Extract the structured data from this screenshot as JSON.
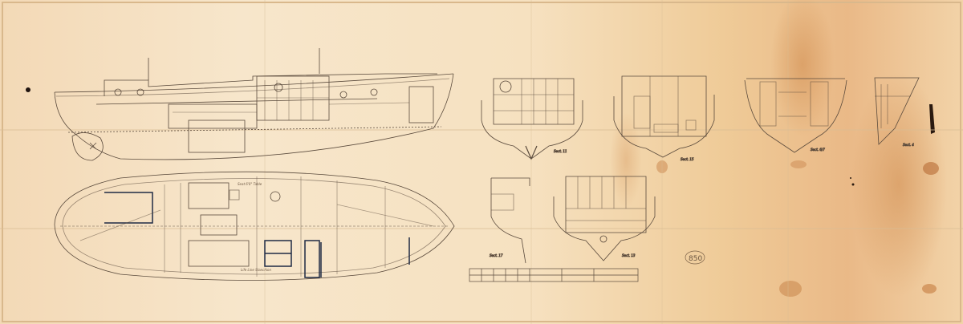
{
  "drawing": {
    "sheet_number": "850",
    "colors": {
      "paper_light": "#f6e4c6",
      "paper_mid": "#f0cfa0",
      "stain": "#d28c4e",
      "ink": "#5a4a3c",
      "ink_dark": "#1f2a44"
    },
    "labels": {
      "plan_label_1": "Seat 6'0\" Table",
      "plan_label_2": "Life Line Stanchion",
      "section_a": "Sect. 11",
      "section_b": "Sect. 15",
      "section_c": "Sect. 6/7",
      "section_d": "Sect. 4",
      "section_e": "Sect. 17",
      "section_f": "Sect. 13"
    }
  }
}
